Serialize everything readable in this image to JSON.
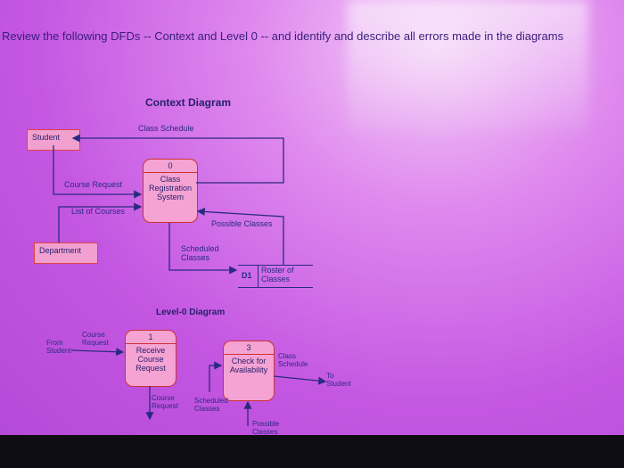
{
  "question": "Review the following DFDs -- Context and Level 0 -- and identify and describe all errors made in the diagrams",
  "context": {
    "title": "Context Diagram",
    "student": "Student",
    "department": "Department",
    "process_num": "0",
    "process_name": "Class Registration System",
    "datastore_id": "D1",
    "datastore_name": "Roster of Classes",
    "flows": {
      "class_schedule": "Class Schedule",
      "course_request": "Course Request",
      "list_of_courses": "List of Courses",
      "possible_classes": "Possible Classes",
      "scheduled_classes": "Scheduled Classes"
    }
  },
  "level0": {
    "title": "Level-0 Diagram",
    "p1_num": "1",
    "p1_name": "Receive Course Request",
    "p3_num": "3",
    "p3_name": "Check for Availability",
    "flows": {
      "from_student": "From Student",
      "course_request_in": "Course Request",
      "class_schedule": "Class Schedule",
      "to_student": "To Student",
      "course_request_down": "Course Request",
      "scheduled_classes": "Scheduled Classes",
      "possible_classes": "Possible Classes"
    }
  }
}
